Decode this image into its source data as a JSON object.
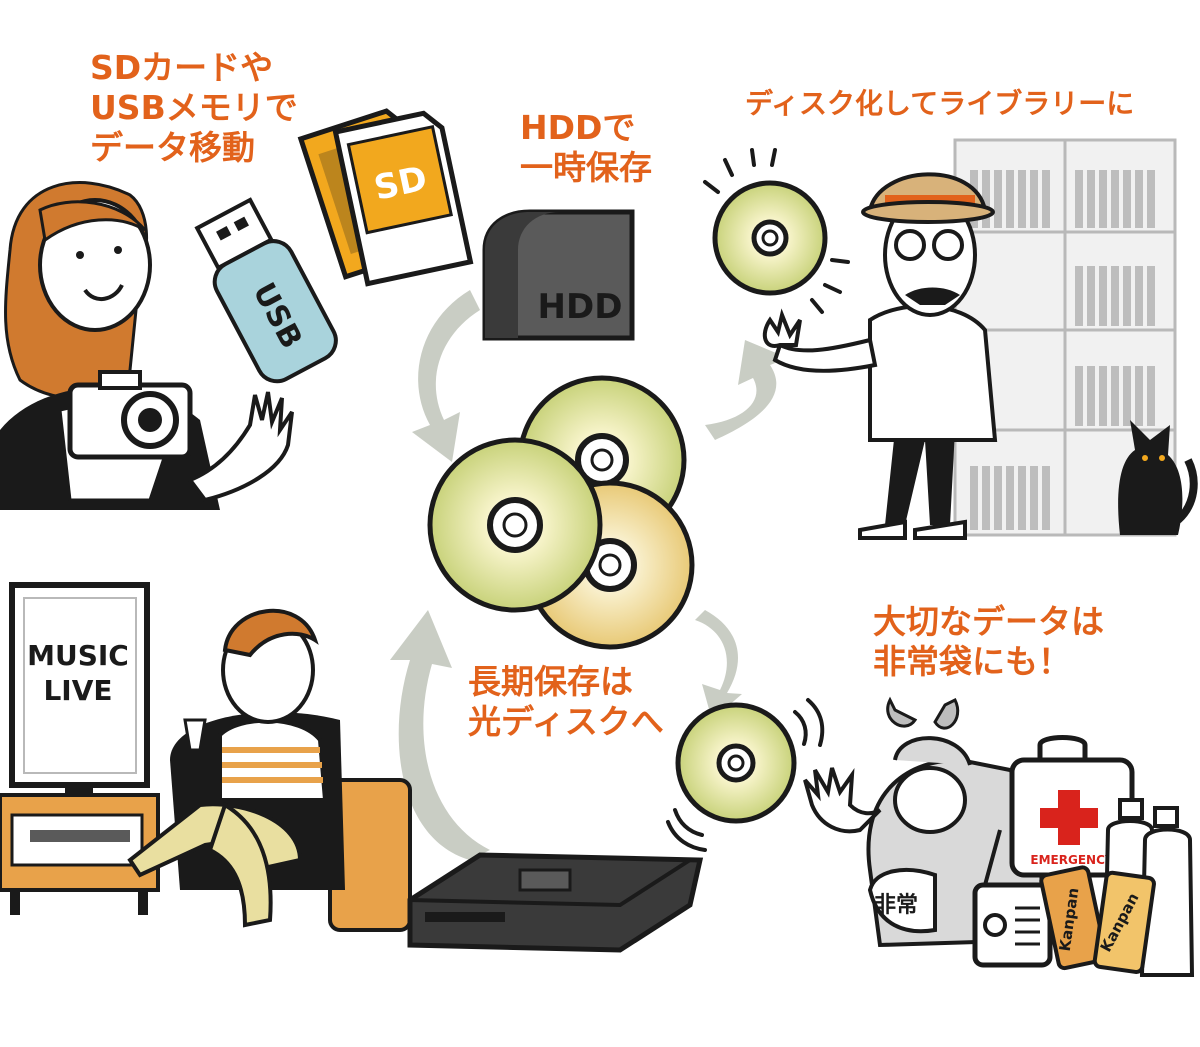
{
  "colors": {
    "caption": "#e2621b",
    "ink": "#1a1a1a",
    "arrow": "#c9cdc4",
    "disc_inner": "#f6f3c8",
    "disc_outer": "#c8d27a",
    "cross": "#d9231c",
    "hair": "#d07a2f",
    "usb": "#a9d3dc",
    "sd": "#f2a81e"
  },
  "captions": {
    "sd_usb": [
      "SDカードや",
      "USBメモリで",
      "データ移動"
    ],
    "hdd": [
      "HDDで",
      "一時保存"
    ],
    "library": [
      "ディスク化してライブラリーに"
    ],
    "longterm": [
      "長期保存は",
      "光ディスクへ"
    ],
    "emergency": [
      "大切なデータは",
      "非常袋にも！"
    ]
  },
  "labels": {
    "sd_card": "SD",
    "usb_stick": "USB",
    "hdd_box": "HDD",
    "tv_line1": "MUSIC",
    "tv_line2": "LIVE",
    "kit": "EMERGENCY",
    "bag_tag": "非常",
    "can1": "Kanpan",
    "can2": "Kanpan"
  },
  "icons": [
    "usb-stick-icon",
    "sd-card-icon",
    "hdd-icon",
    "optical-disc-icon",
    "camera-icon",
    "tv-icon",
    "recorder-icon",
    "first-aid-kit-icon",
    "radio-icon",
    "water-bottle-icon",
    "cat-icon"
  ]
}
